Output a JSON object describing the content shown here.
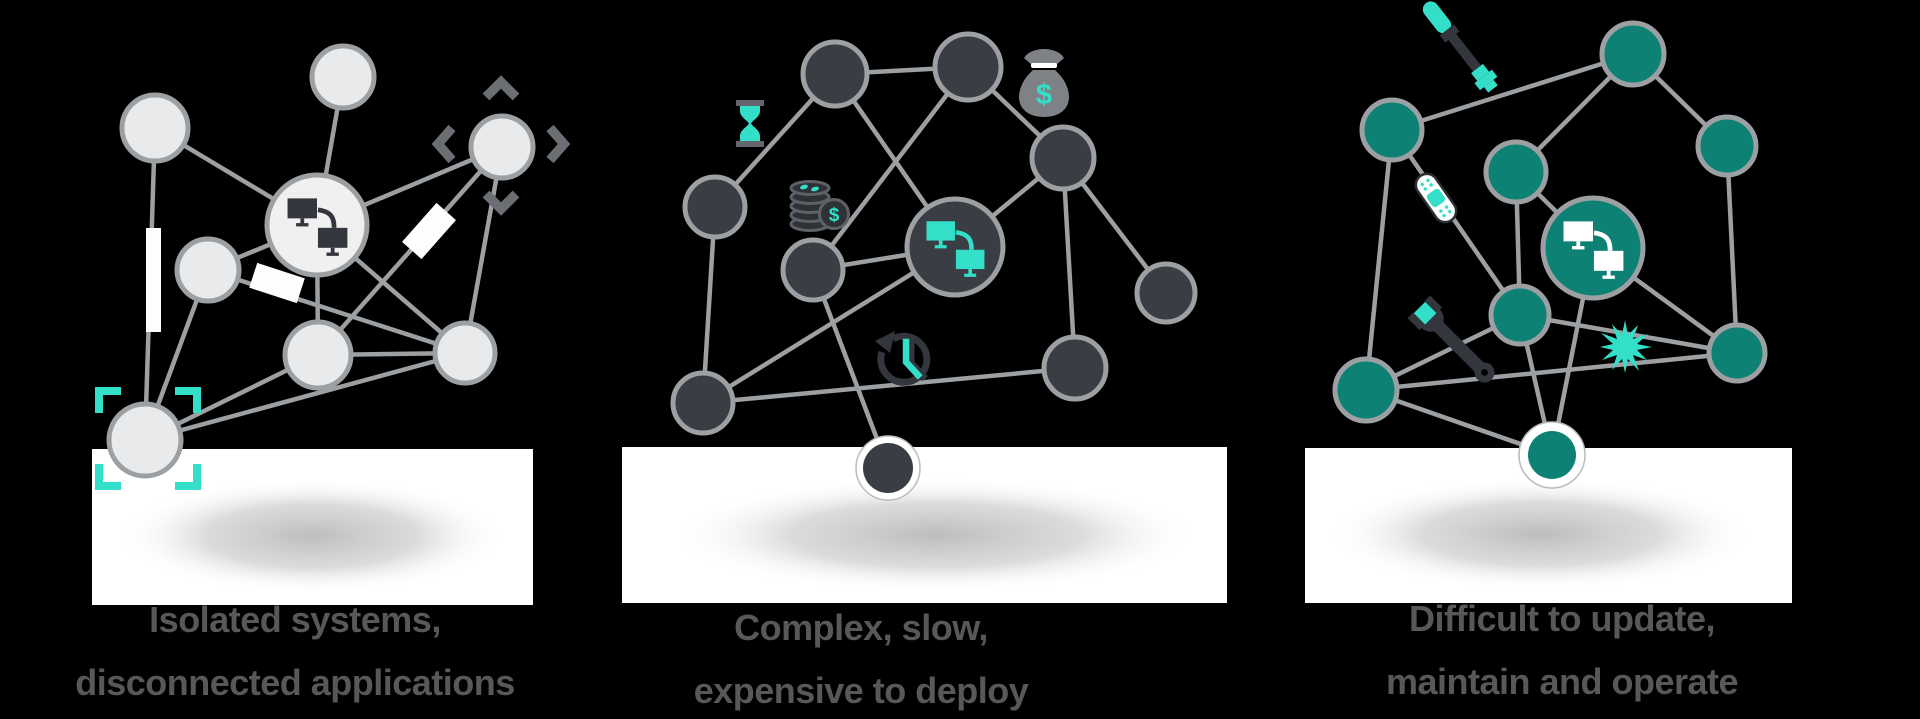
{
  "page": {
    "background": "#000000"
  },
  "colors": {
    "background": "#000000",
    "accent_teal": "#33dfc9",
    "node_light": "#e9eaeb",
    "node_dark": "#3a3d43",
    "node_teal_green": "#0d8174",
    "line_gray": "#9da0a3",
    "caption_gray": "#57585a"
  },
  "icons": {
    "dollar_glyph": "$"
  },
  "panels": [
    {
      "name": "isolated-systems",
      "node_style": "light-gray",
      "caption_line1": "Isolated systems,",
      "caption_line2": "disconnected applications",
      "decorations": [
        "move-chevrons",
        "broken-link-blocks",
        "selection-brackets",
        "networked-computers"
      ]
    },
    {
      "name": "complex-slow",
      "node_style": "dark-charcoal",
      "caption_line1": "Complex, slow,",
      "caption_line2": "expensive to deploy",
      "decorations": [
        "hourglass",
        "coin-stack",
        "money-bag",
        "time-rewind",
        "networked-computers"
      ]
    },
    {
      "name": "difficult-update",
      "node_style": "teal-green",
      "caption_line1": "Difficult to update,",
      "caption_line2": "maintain and operate",
      "decorations": [
        "screwdriver",
        "bandage",
        "wrench",
        "burst",
        "networked-computers"
      ]
    }
  ]
}
